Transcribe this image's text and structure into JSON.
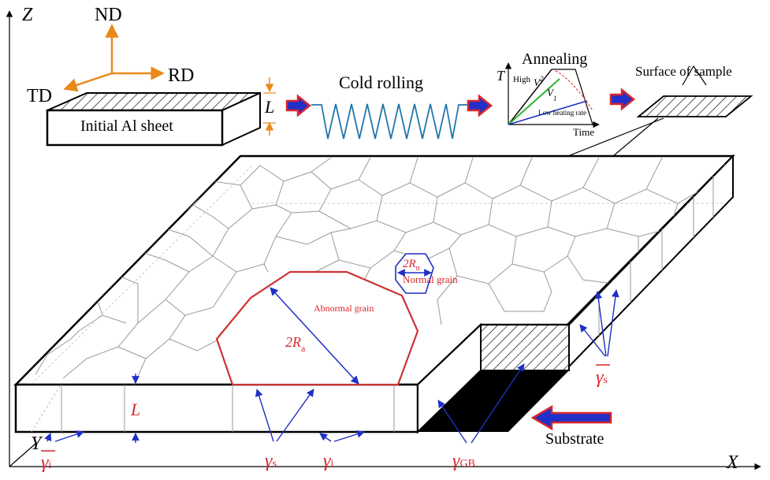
{
  "axes": {
    "z_label": "Z",
    "x_label": "X",
    "y_label": "Y"
  },
  "orientation": {
    "nd": "ND",
    "rd": "RD",
    "td": "TD"
  },
  "process": {
    "sheet_label": "Initial Al sheet",
    "thickness_label": "L",
    "cold_rolling": "Cold rolling",
    "annealing": "Annealing",
    "temp_axis": "T",
    "time_axis": "Time",
    "high_label": "High",
    "low_label": "Low heating rate",
    "v2_label": "V",
    "v2_sub": "2",
    "v1_label": "V",
    "v1_sub": "1",
    "surface_label": "Surface of sample"
  },
  "grains": {
    "normal_radius": "2R",
    "normal_radius_sub": "n",
    "normal_label": "Normal grain",
    "abnormal_radius": "2R",
    "abnormal_radius_sub": "a",
    "abnormal_label": "Abnormal grain",
    "film_thickness": "L"
  },
  "energies": {
    "gamma_i_bar": "γ",
    "gamma_i_bar_sub": "i",
    "gamma_s": "γ",
    "gamma_s_sub": "s",
    "gamma_i": "γ",
    "gamma_i_sub": "i",
    "gamma_gb": "γ",
    "gamma_gb_sub": "GB",
    "gamma_s_bar": "γ",
    "gamma_s_bar_sub": "s",
    "substrate": "Substrate"
  },
  "colors": {
    "red": "#d9262c",
    "blue": "#1f2fc4",
    "orange": "#e8891a",
    "teal": "#2277aa",
    "green": "#2db52d",
    "grain_gray": "#9a9a9a"
  }
}
